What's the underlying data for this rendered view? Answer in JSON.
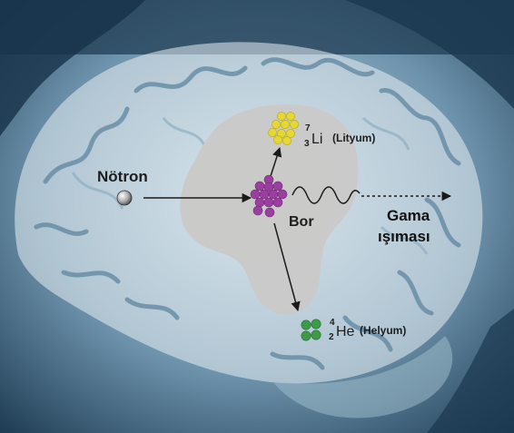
{
  "labels": {
    "neutron": "Nötron",
    "boron": "Bor",
    "gamma_line1": "Gama",
    "gamma_line2": "ışıması",
    "lithium_mass": "7",
    "lithium_atomic": "3",
    "lithium_symbol": "Li",
    "lithium_name": "(Lityum)",
    "helium_mass": "4",
    "helium_atomic": "2",
    "helium_symbol": "He",
    "helium_name": "(Helyum)"
  },
  "colors": {
    "boron": "#9a3fa0",
    "lithium": "#e6d832",
    "helium": "#3f9a48",
    "neutron": "#cfcfcf",
    "blob": "#c9c9c7"
  },
  "icons": {
    "background": "brain-mri-image"
  }
}
